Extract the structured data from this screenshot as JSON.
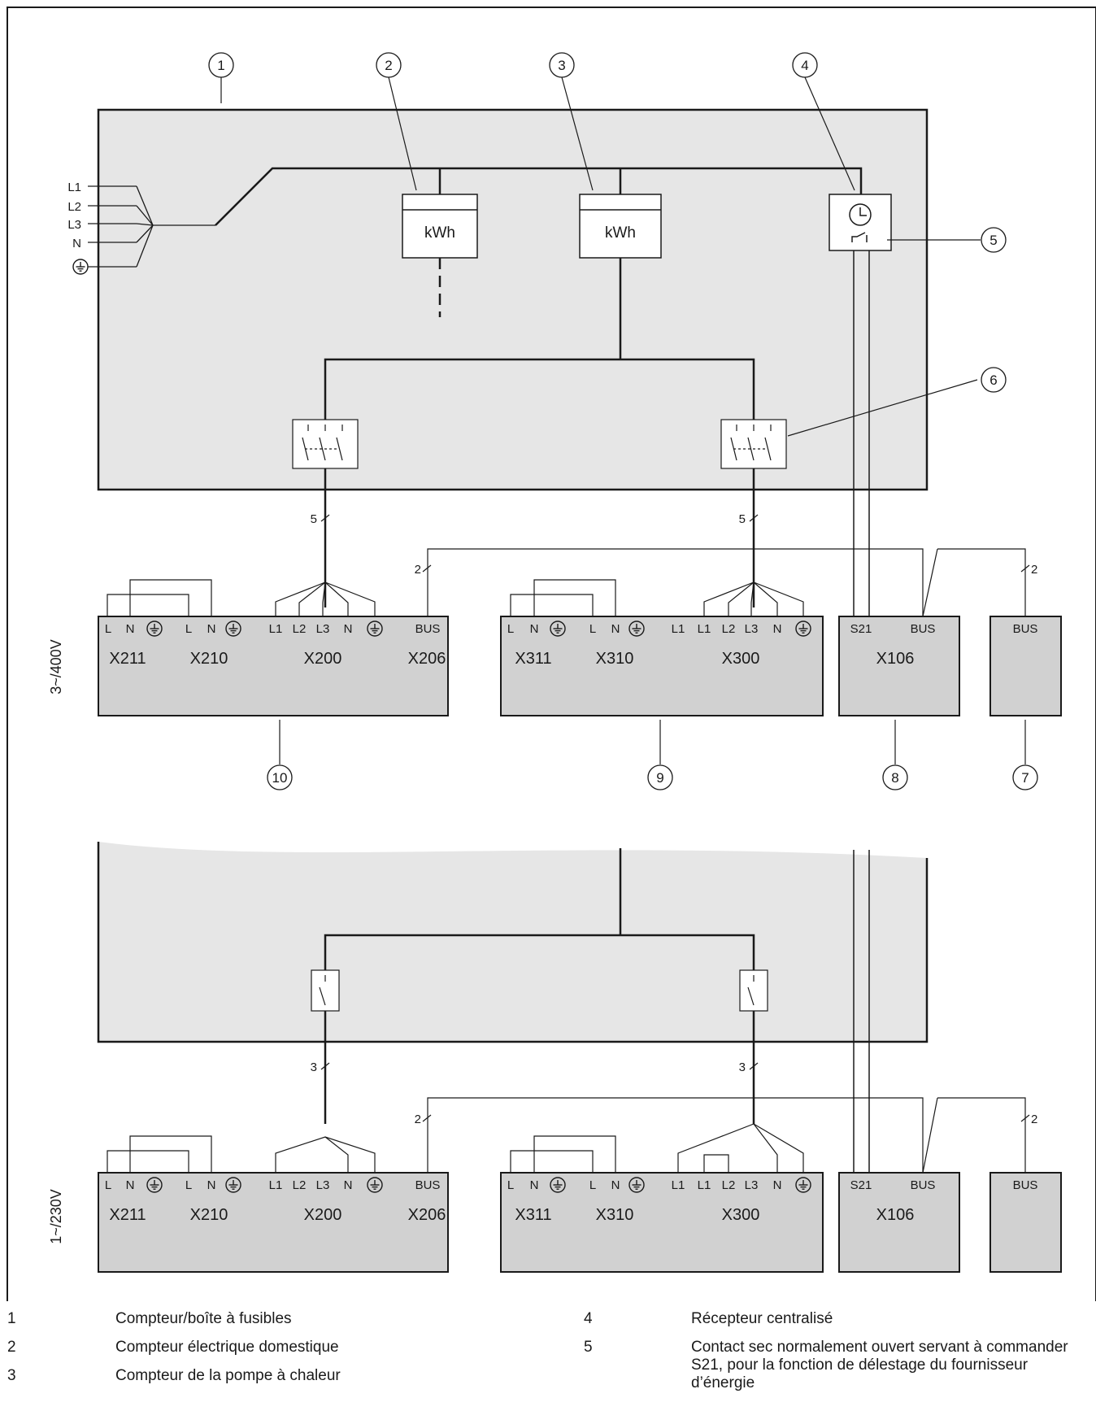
{
  "callouts": [
    "1",
    "2",
    "3",
    "4",
    "5",
    "6",
    "7",
    "8",
    "9",
    "10"
  ],
  "supply": {
    "phases": [
      "L1",
      "L2",
      "L3",
      "N"
    ]
  },
  "meter_label": "kWh",
  "cable_counts": {
    "five": "5",
    "three": "3",
    "two": "2"
  },
  "voltage": {
    "top": "3~/400V",
    "bottom": "1~/230V"
  },
  "terminals": {
    "top": {
      "t10": [
        "L",
        "N",
        "L",
        "N",
        "L1",
        "L2",
        "L3",
        "N",
        "BUS"
      ],
      "t9": [
        "L",
        "N",
        "L",
        "N",
        "L1",
        "L1",
        "L2",
        "L3",
        "N"
      ],
      "t8": [
        "S21",
        "BUS"
      ],
      "t7": [
        "BUS"
      ]
    },
    "bottom": {
      "t10": [
        "L",
        "N",
        "L",
        "N",
        "L1",
        "L2",
        "L3",
        "N",
        "BUS"
      ],
      "t9": [
        "L",
        "N",
        "L",
        "N",
        "L1",
        "L1",
        "L2",
        "L3",
        "N"
      ],
      "t8": [
        "S21",
        "BUS"
      ],
      "t7": [
        "BUS"
      ]
    }
  },
  "blocks": {
    "b10": [
      "X211",
      "X210",
      "X200",
      "X206"
    ],
    "b9": [
      "X311",
      "X310",
      "X300"
    ],
    "b8": [
      "X106"
    ]
  },
  "legend": [
    {
      "num": "1",
      "text": "Compteur/boîte à fusibles"
    },
    {
      "num": "2",
      "text": "Compteur électrique domestique"
    },
    {
      "num": "3",
      "text": "Compteur de la pompe à chaleur"
    },
    {
      "num": "4",
      "text": "Récepteur centralisé"
    },
    {
      "num": "5",
      "text": "Contact sec normalement ouvert servant à commander S21, pour la fonction de délestage du fournisseur d’énergie"
    }
  ]
}
